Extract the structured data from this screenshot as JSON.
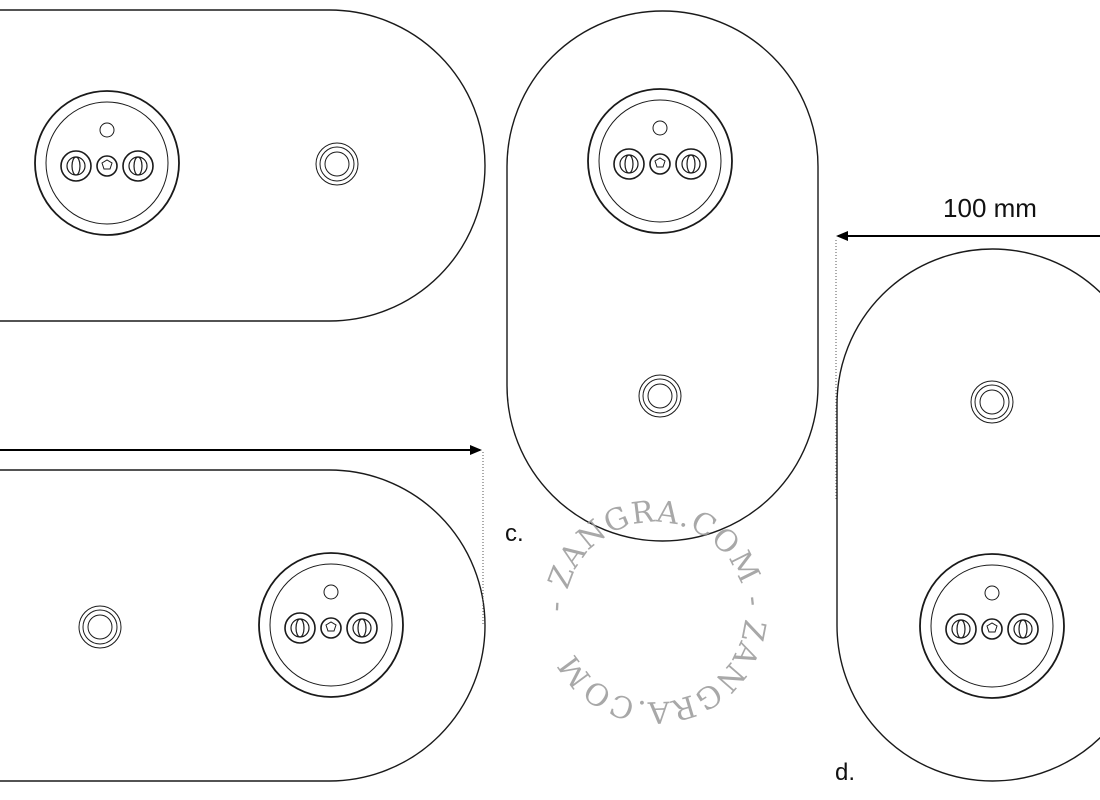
{
  "dimension": {
    "text": "100 mm"
  },
  "labels": {
    "c": "c.",
    "d": "d."
  },
  "watermark": {
    "text": "- ZANGRA.COM - ZANGRA.COM",
    "color": "#9a9a9a"
  },
  "colors": {
    "line": "#1a1a1a",
    "background": "#ffffff"
  }
}
